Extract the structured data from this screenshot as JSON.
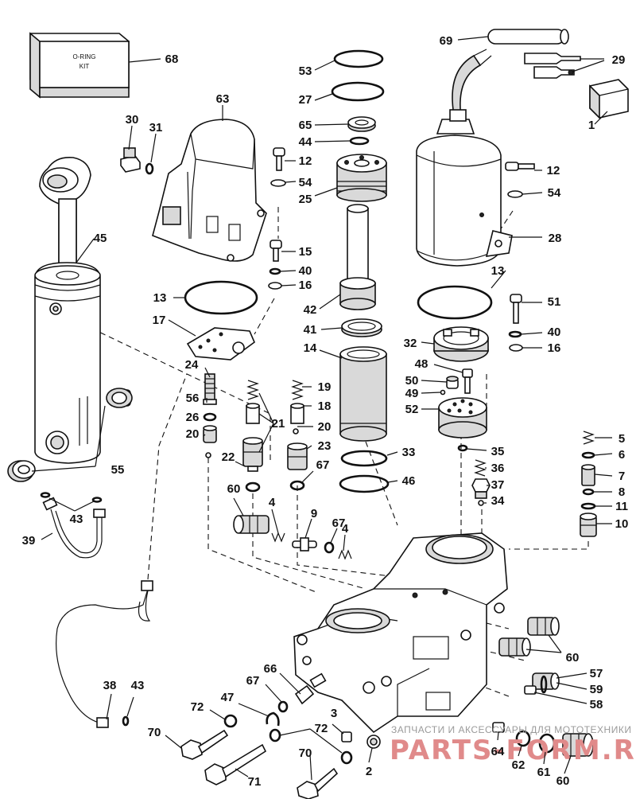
{
  "kit_label": [
    "O-RING",
    "KIT"
  ],
  "watermark": {
    "line1": "ЗАПЧАСТИ И АКСЕССУАРЫ ДЛЯ МОТОТЕХНИКИ",
    "line2": "PARTS-FORM.RU"
  },
  "callouts": [
    {
      "id": "c68",
      "text": "68"
    },
    {
      "id": "c69",
      "text": "69"
    },
    {
      "id": "c29",
      "text": "29"
    },
    {
      "id": "c1",
      "text": "1"
    },
    {
      "id": "c53",
      "text": "53"
    },
    {
      "id": "c27",
      "text": "27"
    },
    {
      "id": "c65",
      "text": "65"
    },
    {
      "id": "c44",
      "text": "44"
    },
    {
      "id": "c63",
      "text": "63"
    },
    {
      "id": "c30",
      "text": "30"
    },
    {
      "id": "c31",
      "text": "31"
    },
    {
      "id": "c12a",
      "text": "12"
    },
    {
      "id": "c54a",
      "text": "54"
    },
    {
      "id": "c25",
      "text": "25"
    },
    {
      "id": "c12b",
      "text": "12"
    },
    {
      "id": "c54b",
      "text": "54"
    },
    {
      "id": "c28",
      "text": "28"
    },
    {
      "id": "c45",
      "text": "45"
    },
    {
      "id": "c15",
      "text": "15"
    },
    {
      "id": "c40a",
      "text": "40"
    },
    {
      "id": "c16a",
      "text": "16"
    },
    {
      "id": "c13a",
      "text": "13"
    },
    {
      "id": "c13b",
      "text": "13"
    },
    {
      "id": "c42",
      "text": "42"
    },
    {
      "id": "c51",
      "text": "51"
    },
    {
      "id": "c17",
      "text": "17"
    },
    {
      "id": "c41",
      "text": "41"
    },
    {
      "id": "c40b",
      "text": "40"
    },
    {
      "id": "c14",
      "text": "14"
    },
    {
      "id": "c32",
      "text": "32"
    },
    {
      "id": "c16b",
      "text": "16"
    },
    {
      "id": "c24",
      "text": "24"
    },
    {
      "id": "c19",
      "text": "19"
    },
    {
      "id": "c48",
      "text": "48"
    },
    {
      "id": "c50",
      "text": "50"
    },
    {
      "id": "c49",
      "text": "49"
    },
    {
      "id": "c56",
      "text": "56"
    },
    {
      "id": "c18",
      "text": "18"
    },
    {
      "id": "c52",
      "text": "52"
    },
    {
      "id": "c26",
      "text": "26"
    },
    {
      "id": "c21",
      "text": "21"
    },
    {
      "id": "c20a",
      "text": "20"
    },
    {
      "id": "c20b",
      "text": "20"
    },
    {
      "id": "c5",
      "text": "5"
    },
    {
      "id": "c6",
      "text": "6"
    },
    {
      "id": "c23",
      "text": "23"
    },
    {
      "id": "c22",
      "text": "22"
    },
    {
      "id": "c35",
      "text": "35"
    },
    {
      "id": "c33",
      "text": "33"
    },
    {
      "id": "c55",
      "text": "55"
    },
    {
      "id": "c67a",
      "text": "67"
    },
    {
      "id": "c36",
      "text": "36"
    },
    {
      "id": "c7",
      "text": "7"
    },
    {
      "id": "c46",
      "text": "46"
    },
    {
      "id": "c60a",
      "text": "60"
    },
    {
      "id": "c37",
      "text": "37"
    },
    {
      "id": "c8",
      "text": "8"
    },
    {
      "id": "c34",
      "text": "34"
    },
    {
      "id": "c43a",
      "text": "43"
    },
    {
      "id": "c4a",
      "text": "4"
    },
    {
      "id": "c11",
      "text": "11"
    },
    {
      "id": "c9",
      "text": "9"
    },
    {
      "id": "c67b",
      "text": "67"
    },
    {
      "id": "c4b",
      "text": "4"
    },
    {
      "id": "c10",
      "text": "10"
    },
    {
      "id": "c39",
      "text": "39"
    },
    {
      "id": "c60b",
      "text": "60"
    },
    {
      "id": "c66",
      "text": "66"
    },
    {
      "id": "c57",
      "text": "57"
    },
    {
      "id": "c67c",
      "text": "67"
    },
    {
      "id": "c38",
      "text": "38"
    },
    {
      "id": "c43b",
      "text": "43"
    },
    {
      "id": "c59",
      "text": "59"
    },
    {
      "id": "c47",
      "text": "47"
    },
    {
      "id": "c58",
      "text": "58"
    },
    {
      "id": "c72a",
      "text": "72"
    },
    {
      "id": "c3",
      "text": "3"
    },
    {
      "id": "c72b",
      "text": "72"
    },
    {
      "id": "c70a",
      "text": "70"
    },
    {
      "id": "c64",
      "text": "64"
    },
    {
      "id": "c70b",
      "text": "70"
    },
    {
      "id": "c62",
      "text": "62"
    },
    {
      "id": "c2",
      "text": "2"
    },
    {
      "id": "c61",
      "text": "61"
    },
    {
      "id": "c71",
      "text": "71"
    },
    {
      "id": "c60c",
      "text": "60"
    }
  ]
}
